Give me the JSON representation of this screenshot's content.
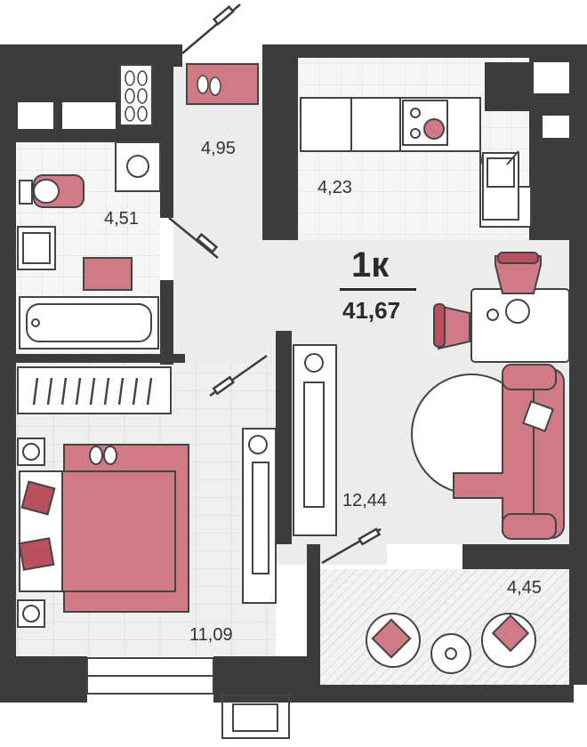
{
  "plan": {
    "unit_type": "1к",
    "total_area": "41,67",
    "rooms": {
      "hall": "4,95",
      "bathroom": "4,51",
      "kitchen": "4,23",
      "living": "12,44",
      "bedroom": "11,09",
      "balcony": "4,45"
    }
  },
  "colors": {
    "wall": "#3c3c3c",
    "floor": "#ececec",
    "tile": "#f4f4f4",
    "furniture_pink": "#d07a86",
    "furniture_dark_pink": "#b8505f",
    "line": "#444444"
  }
}
